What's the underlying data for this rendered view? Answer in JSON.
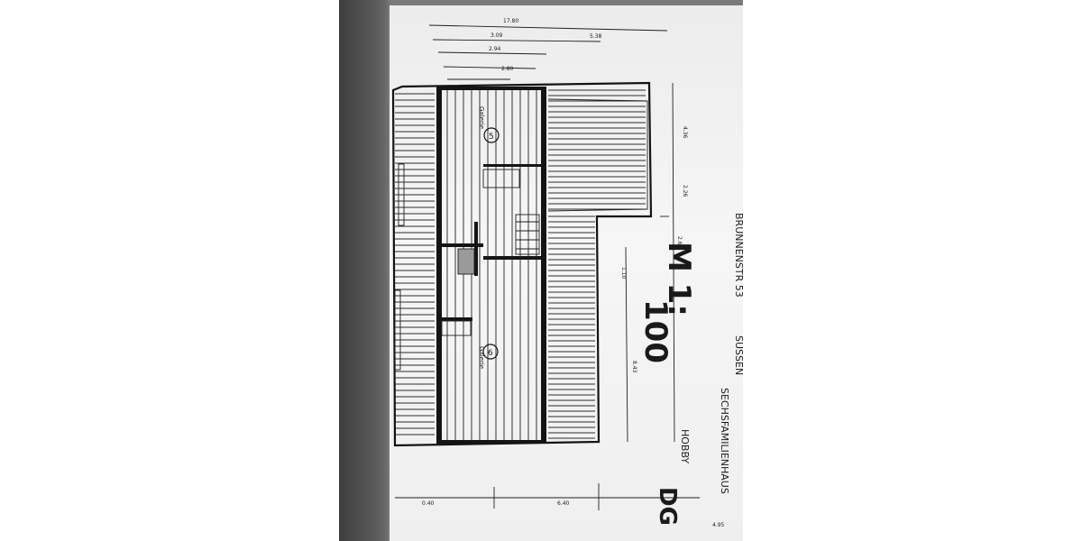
{
  "drawing": {
    "sheet_label": "DG",
    "level": "HOBBY",
    "scale_prefix": "M 1:",
    "scale_value": "100",
    "project": "SECHSFAMILIENHAUS",
    "address": "BRUNNENSTR 53",
    "location": "SÜSSEN",
    "rooms": [
      {
        "number": "5",
        "label": "Galerie"
      },
      {
        "number": "6",
        "label": "Galerie"
      }
    ],
    "dimensions": {
      "top_total": "17.80",
      "top_a": "3.09",
      "top_b": "5.38",
      "top_c": "2.94",
      "top_d": "2.80",
      "right_a": "4.36",
      "right_b": "2.26",
      "right_c": "2.60",
      "right_d": "1.10",
      "right_e": "8.43",
      "bottom_a": "0.40",
      "bottom_b": "6.40",
      "bottom_c": "4.95"
    }
  },
  "colors": {
    "paper": "#f2f2f2",
    "ink": "#141414",
    "monitor_bezel": "#4a4a4a"
  }
}
